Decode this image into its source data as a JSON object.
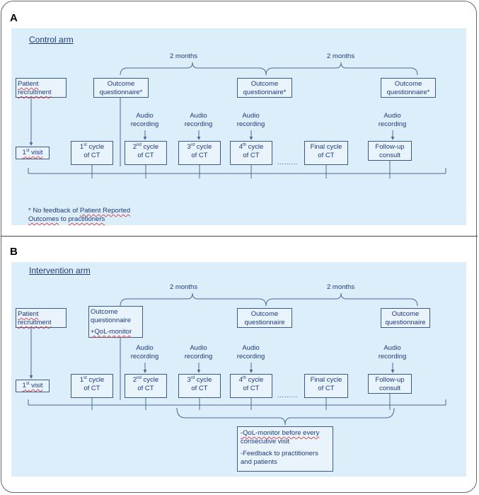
{
  "panelA": {
    "letter": "A",
    "arm": "Control arm",
    "interval1": "2 months",
    "interval2": "2 months",
    "patient_recruitment": [
      "Patient",
      "recruitment"
    ],
    "outcome1": [
      "Outcome",
      "questionnaire*"
    ],
    "outcome2": [
      "Outcome",
      "questionnaire*"
    ],
    "outcome3": [
      "Outcome",
      "questionnaire*"
    ],
    "audio": [
      "Audio",
      "recording"
    ],
    "visit1": "1st visit",
    "cycle1": [
      "1st cycle",
      "of CT"
    ],
    "cycle2": [
      "2nd cycle",
      "of CT"
    ],
    "cycle3": [
      "3rd cycle",
      "of CT"
    ],
    "cycle4": [
      "4th cycle",
      "of CT"
    ],
    "ellipsis": "………",
    "final_cycle": [
      "Final cycle",
      "of CT"
    ],
    "followup": [
      "Follow-up",
      "consult"
    ],
    "footnote": [
      "* No feedback of Patient Reported",
      "Outcomes to practitioners"
    ]
  },
  "panelB": {
    "letter": "B",
    "arm": "Intervention arm",
    "interval1": "2 months",
    "interval2": "2 months",
    "patient_recruitment": [
      "Patient",
      "recruitment"
    ],
    "outcome1": [
      "Outcome",
      "questionnaire",
      "+QoL-monitor"
    ],
    "outcome2": [
      "Outcome",
      "questionnaire"
    ],
    "outcome3": [
      "Outcome",
      "questionnaire"
    ],
    "audio": [
      "Audio",
      "recording"
    ],
    "visit1": "1st visit",
    "cycle1": [
      "1st cycle",
      "of CT"
    ],
    "cycle2": [
      "2nd cycle",
      "of CT"
    ],
    "cycle3": [
      "3rd cycle",
      "of CT"
    ],
    "cycle4": [
      "4th cycle",
      "of CT"
    ],
    "ellipsis": "………",
    "final_cycle": [
      "Final cycle",
      "of CT"
    ],
    "followup": [
      "Follow-up",
      "consult"
    ],
    "note": [
      "-QoL-monitor before every",
      "consecutive visit",
      "-Feedback to practitioners",
      "and patients"
    ]
  }
}
